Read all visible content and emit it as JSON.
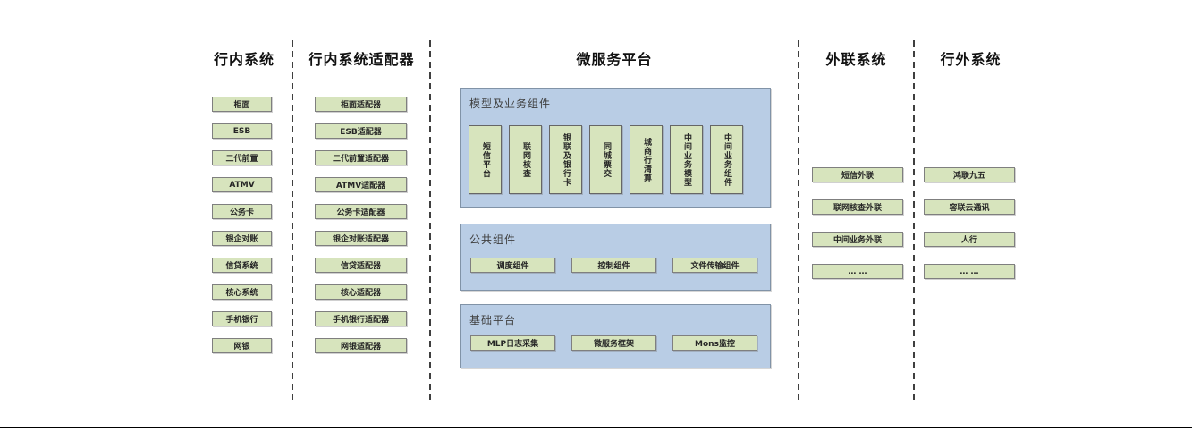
{
  "colors": {
    "green_fill": "#d7e4bd",
    "green_border": "#7f7f7f",
    "blue_fill": "#b9cde5",
    "blue_border": "#8193a7",
    "divider": "#3f3f3f",
    "baseline": "#000000"
  },
  "columns": {
    "inbank": {
      "header": "行内系统",
      "items": [
        "柜面",
        "ESB",
        "二代前置",
        "ATMV",
        "公务卡",
        "银企对账",
        "信贷系统",
        "核心系统",
        "手机银行",
        "网银"
      ]
    },
    "adapter": {
      "header": "行内系统适配器",
      "items": [
        "柜面适配器",
        "ESB适配器",
        "二代前置适配器",
        "ATMV适配器",
        "公务卡适配器",
        "银企对账适配器",
        "信贷适配器",
        "核心适配器",
        "手机银行适配器",
        "网银适配器"
      ]
    },
    "platform": {
      "header": "微服务平台",
      "groups": [
        {
          "title": "模型及业务组件",
          "items": [
            "短信平台",
            "联网核查",
            "银联及银行卡",
            "同城票交",
            "城商行清算",
            "中间业务模型",
            "中间业务组件"
          ]
        },
        {
          "title": "公共组件",
          "items": [
            "调度组件",
            "控制组件",
            "文件传输组件"
          ]
        },
        {
          "title": "基础平台",
          "items": [
            "MLP日志采集",
            "微服务框架",
            "Mons监控"
          ]
        }
      ]
    },
    "external": {
      "header": "外联系统",
      "items": [
        "短信外联",
        "联网核查外联",
        "中间业务外联",
        "… …"
      ]
    },
    "outbank": {
      "header": "行外系统",
      "items": [
        "鸿联九五",
        "容联云通讯",
        "人行",
        "… …"
      ]
    }
  }
}
